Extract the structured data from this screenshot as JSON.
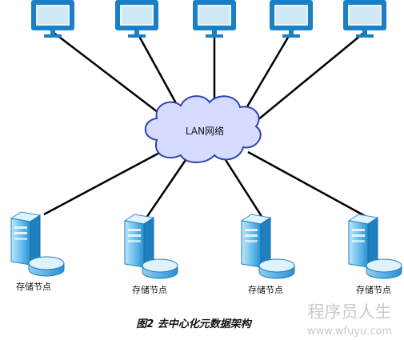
{
  "diagram": {
    "network_label": "LAN网络",
    "client_icon": "monitor-icon",
    "server_icon": "server-icon",
    "storage_nodes": [
      {
        "label": "存储节点"
      },
      {
        "label": "存储节点"
      },
      {
        "label": "存储节点"
      },
      {
        "label": "存储节点"
      }
    ],
    "caption": "图2 去中心化元数据架构"
  },
  "watermark": {
    "title": "程序员人生",
    "url": "www.wfuyu.com"
  },
  "colors": {
    "monitor": "#1a7fc4",
    "monitor_screen": "#0b6aa9",
    "cloud_fill": "#d6dcff",
    "cloud_stroke": "#2f43b5",
    "server_light": "#8fd0f3",
    "server_dark": "#2a90d0",
    "line": "#000000",
    "watermark": "#c9c9c9"
  }
}
